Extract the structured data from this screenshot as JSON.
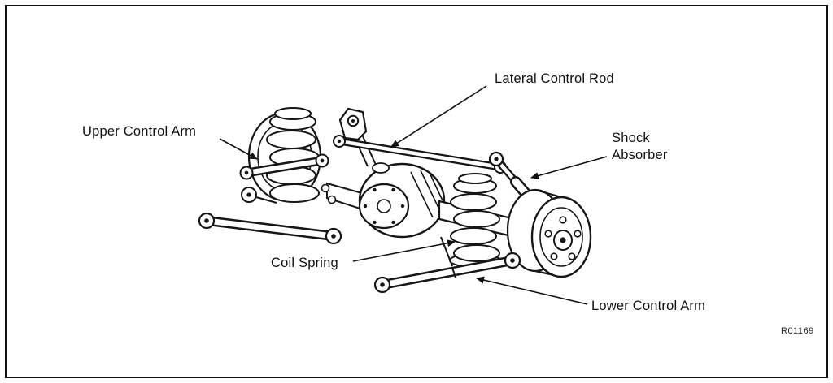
{
  "figure": {
    "code": "R01169",
    "colors": {
      "ink": "#111111",
      "paper": "#ffffff"
    },
    "labels": {
      "lateral_control_rod": "Lateral Control Rod",
      "upper_control_arm": "Upper Control Arm",
      "shock_line1": "Shock",
      "shock_line2": "Absorber",
      "coil_spring": "Coil Spring",
      "lower_control_arm": "Lower Control Arm"
    }
  }
}
